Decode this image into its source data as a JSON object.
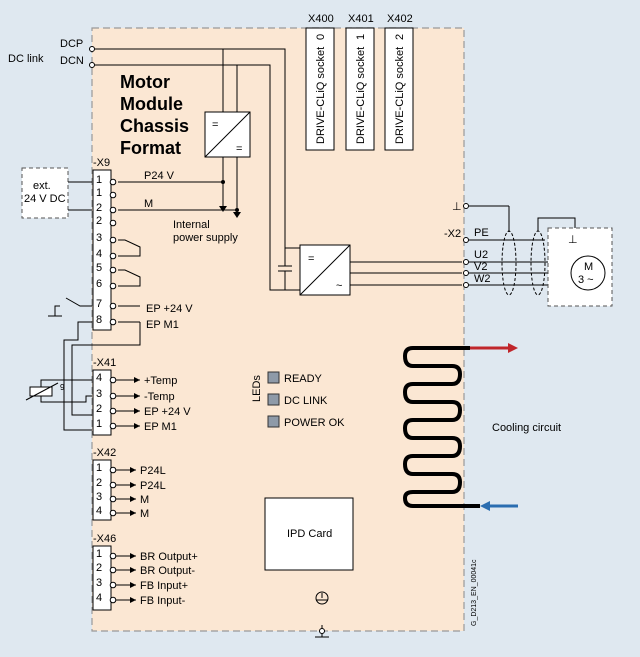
{
  "title": {
    "lines": [
      "Motor",
      "Module",
      "Chassis",
      "Format"
    ]
  },
  "dc_link": {
    "label": "DC link",
    "dcp": "DCP",
    "dcn": "DCN"
  },
  "sockets": [
    {
      "id": "X400",
      "label": "DRIVE-CLiQ socket",
      "num": "0"
    },
    {
      "id": "X401",
      "label": "DRIVE-CLiQ socket",
      "num": "1"
    },
    {
      "id": "X402",
      "label": "DRIVE-CLiQ socket",
      "num": "2"
    }
  ],
  "ext_supply": {
    "line1": "ext.",
    "line2": "24 V DC"
  },
  "x9": {
    "header": "-X9",
    "pins": [
      "1",
      "1",
      "2",
      "2",
      "3",
      "4",
      "5",
      "6",
      "7",
      "8"
    ],
    "labels": {
      "p24": "P24 V",
      "m": "M",
      "ep24": "EP +24 V",
      "epm1": "EP M1"
    }
  },
  "internal_supply": {
    "line1": "Internal",
    "line2": "power supply"
  },
  "converter": {
    "dc": "=",
    "ac": "~"
  },
  "x41": {
    "header": "-X41",
    "pins": [
      "4",
      "3",
      "2",
      "1"
    ],
    "labels": [
      "+Temp",
      "-Temp",
      "EP +24 V",
      "EP M1"
    ],
    "sensor_num": "9"
  },
  "x42": {
    "header": "-X42",
    "pins": [
      "1",
      "2",
      "3",
      "4"
    ],
    "labels": [
      "P24L",
      "P24L",
      "M",
      "M"
    ]
  },
  "x46": {
    "header": "-X46",
    "pins": [
      "1",
      "2",
      "3",
      "4"
    ],
    "labels": [
      "BR Output+",
      "BR Output-",
      "FB Input+",
      "FB Input-"
    ]
  },
  "leds": {
    "caption": "LEDs",
    "items": [
      "READY",
      "DC LINK",
      "POWER OK"
    ]
  },
  "ipd": "IPD Card",
  "cooling": "Cooling circuit",
  "x2": {
    "header": "-X2",
    "pe": "PE",
    "phases": [
      "U2",
      "V2",
      "W2"
    ],
    "ground": "⊥"
  },
  "motor": {
    "line1": "M",
    "line2": "3 ~"
  },
  "ref": "G_D213_EN_00041c",
  "colors": {
    "panel": "#fbe7d3",
    "background": "#dfe8f0",
    "led": "#8e9aa8",
    "arrow_in": "#c0262b",
    "arrow_out": "#2a6db0"
  }
}
